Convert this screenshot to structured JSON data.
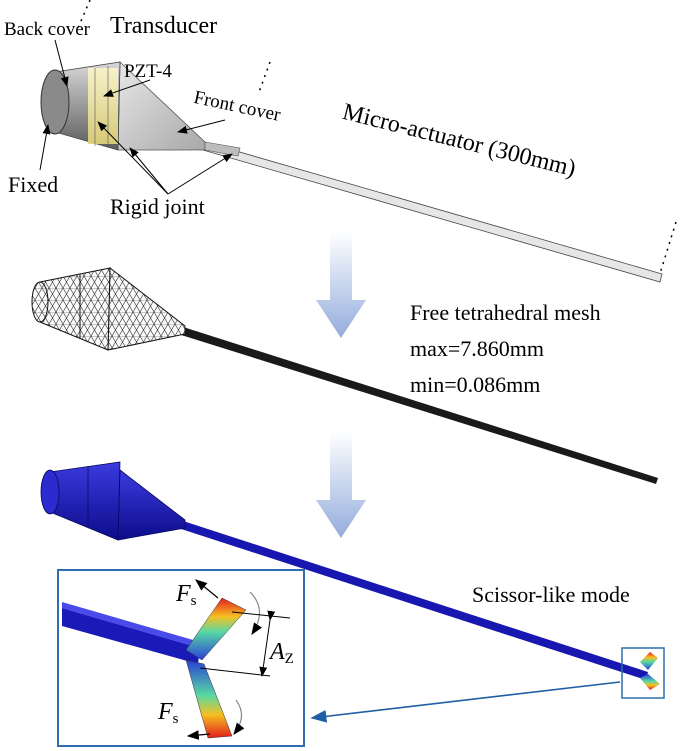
{
  "labels": {
    "back_cover": "Back cover",
    "transducer": "Transducer",
    "pzt": "PZT-4",
    "front_cover": "Front cover",
    "micro_actuator": "Micro-actuator (300mm)",
    "fixed": "Fixed",
    "rigid_joint": "Rigid joint",
    "mesh_title": "Free tetrahedral mesh",
    "mesh_max": "max=7.860mm",
    "mesh_min": "min=0.086mm",
    "mode": "Scissor-like mode"
  },
  "inset": {
    "force_symbol": "F",
    "force_sub": "s",
    "amp_symbol": "A",
    "amp_sub": "Z"
  },
  "colors": {
    "arrow": "#9fb6e0",
    "model_blue": "#1a1ab8",
    "inset_border": "#2f6fb0"
  }
}
